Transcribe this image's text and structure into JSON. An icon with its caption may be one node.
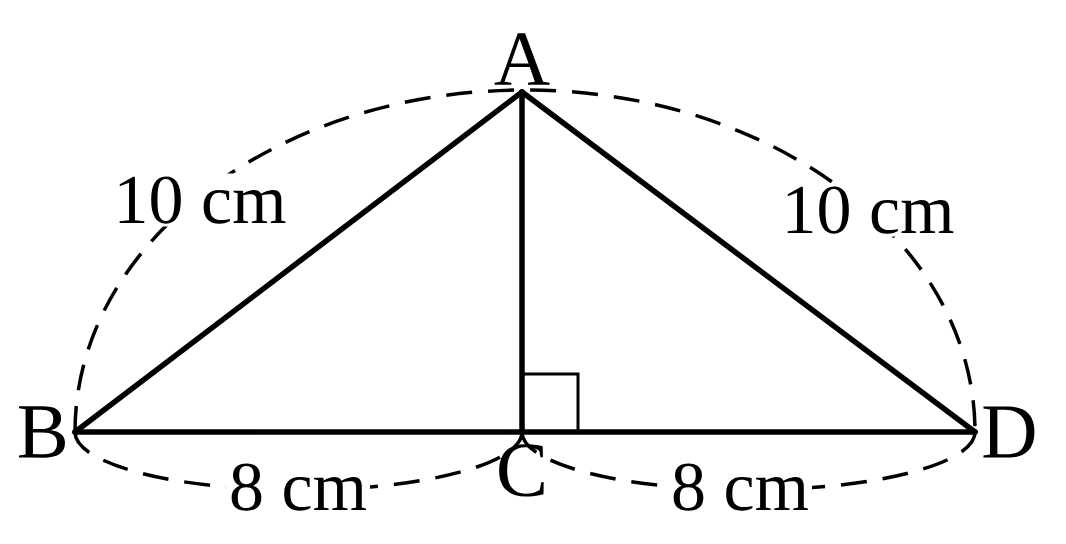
{
  "diagram": {
    "nodes": [
      {
        "text": [
          "A"
        ]
      },
      {
        "text": [
          "B"
        ]
      },
      {
        "text": [
          "C"
        ]
      },
      {
        "text": [
          "D"
        ]
      }
    ],
    "edges": [
      {
        "from": 0,
        "to": 1,
        "arrow": "none"
      },
      {
        "from": 0,
        "to": 2,
        "arrow": "none"
      },
      {
        "from": 0,
        "to": 3,
        "arrow": "none"
      },
      {
        "from": 1,
        "to": 2,
        "arrow": "none"
      },
      {
        "from": 2,
        "to": 3,
        "arrow": "none"
      }
    ],
    "labels": [
      "10 cm",
      "10 cm",
      "8 cm",
      "8 cm"
    ]
  }
}
